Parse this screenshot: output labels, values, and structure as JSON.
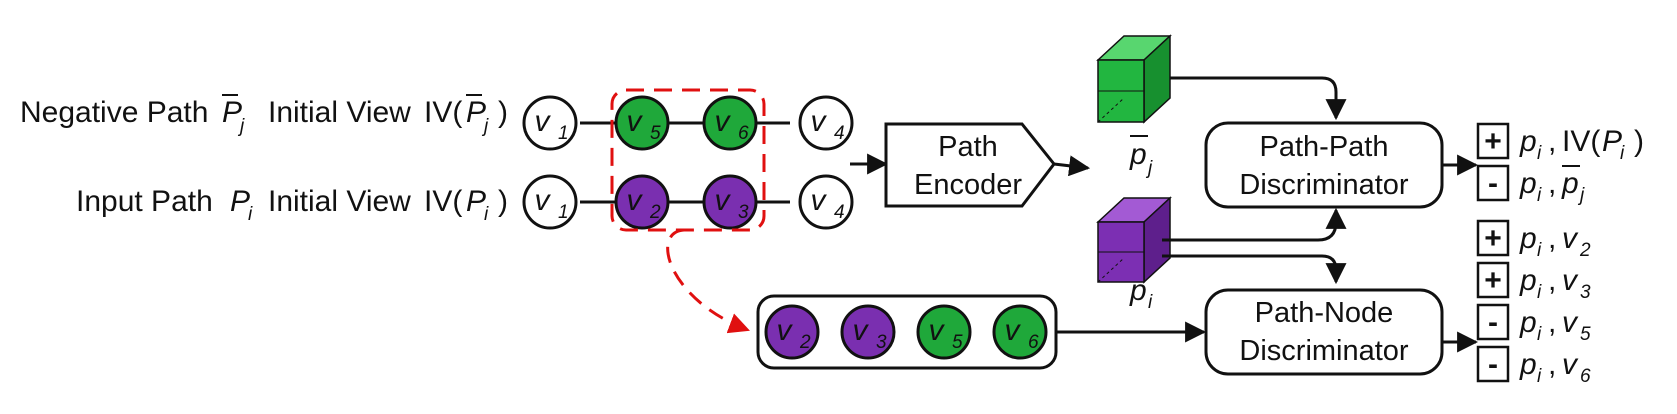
{
  "rows": {
    "negative": {
      "path_label": "Negative Path",
      "path_var": "P",
      "path_sub": "j",
      "view_label": "Initial View",
      "view_fn": "IV(",
      "view_var": "P",
      "view_sub": "j",
      "view_close": ")",
      "nodes": [
        {
          "var": "v",
          "sub": "1",
          "color": "white"
        },
        {
          "var": "v",
          "sub": "5",
          "color": "green"
        },
        {
          "var": "v",
          "sub": "6",
          "color": "green"
        },
        {
          "var": "v",
          "sub": "4",
          "color": "white"
        }
      ]
    },
    "input": {
      "path_label": "Input Path",
      "path_var": "P",
      "path_sub": "i",
      "view_label": "Initial View",
      "view_fn": "IV(",
      "view_var": "P",
      "view_sub": "i",
      "view_close": ")",
      "nodes": [
        {
          "var": "v",
          "sub": "1",
          "color": "white"
        },
        {
          "var": "v",
          "sub": "2",
          "color": "purple"
        },
        {
          "var": "v",
          "sub": "3",
          "color": "purple"
        },
        {
          "var": "v",
          "sub": "4",
          "color": "white"
        }
      ]
    }
  },
  "encoder": {
    "line1": "Path",
    "line2": "Encoder"
  },
  "embeddings": {
    "negative": {
      "var": "p",
      "sub": "j"
    },
    "input": {
      "var": "p",
      "sub": "i"
    }
  },
  "pp_disc": {
    "line1": "Path-Path",
    "line2": "Discriminator"
  },
  "pn_disc": {
    "line1": "Path-Node",
    "line2": "Discriminator"
  },
  "node_set": [
    {
      "var": "v",
      "sub": "2",
      "color": "purple"
    },
    {
      "var": "v",
      "sub": "3",
      "color": "purple"
    },
    {
      "var": "v",
      "sub": "5",
      "color": "green"
    },
    {
      "var": "v",
      "sub": "6",
      "color": "green"
    }
  ],
  "pp_outputs": [
    {
      "sign": "+",
      "a": "p",
      "a_sub": "i",
      "sep": ",",
      "b": "IV(",
      "b_var": "P",
      "b_sub": "i",
      "b_close": ")"
    },
    {
      "sign": "-",
      "a": "p",
      "a_sub": "i",
      "sep": ",",
      "b": "",
      "b_var": "p",
      "b_sub": "j",
      "b_close": ""
    }
  ],
  "pn_outputs": [
    {
      "sign": "+",
      "a": "p",
      "a_sub": "i",
      "sep": ",",
      "b_var": "v",
      "b_sub": "2"
    },
    {
      "sign": "+",
      "a": "p",
      "a_sub": "i",
      "sep": ",",
      "b_var": "v",
      "b_sub": "3"
    },
    {
      "sign": "-",
      "a": "p",
      "a_sub": "i",
      "sep": ",",
      "b_var": "v",
      "b_sub": "5"
    },
    {
      "sign": "-",
      "a": "p",
      "a_sub": "i",
      "sep": ",",
      "b_var": "v",
      "b_sub": "6"
    }
  ],
  "colors": {
    "green": "#1fa83a",
    "purple": "#7a2fb0",
    "white": "#ffffff",
    "dash_red": "#e01010",
    "green_face": "#22b640",
    "purple_face": "#7c2fb3"
  }
}
